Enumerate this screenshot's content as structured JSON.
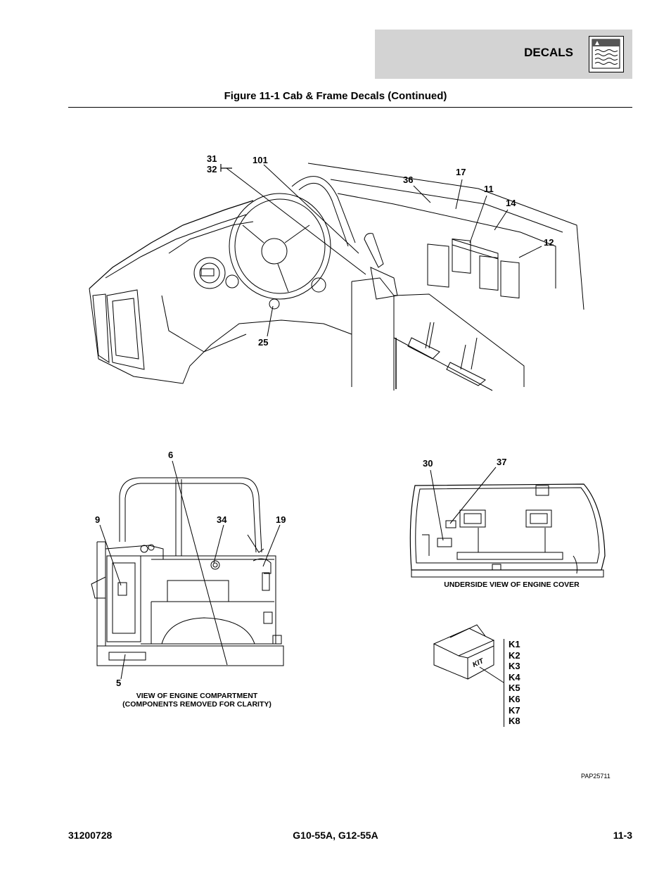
{
  "header": {
    "section_title": "DECALS",
    "section_icon": "decal-sheet-icon",
    "figure_title": "Figure 11-1 Cab & Frame Decals (Continued)"
  },
  "cab_view": {
    "callouts": [
      "31",
      "32",
      "101",
      "36",
      "17",
      "11",
      "14",
      "12",
      "25"
    ]
  },
  "engine_compartment_view": {
    "callouts": [
      "6",
      "9",
      "34",
      "19",
      "5"
    ],
    "caption_line1": "VIEW OF ENGINE COMPARTMENT",
    "caption_line2": "(COMPONENTS REMOVED FOR CLARITY)"
  },
  "engine_cover_view": {
    "callouts": [
      "30",
      "37"
    ],
    "caption": "UNDERSIDE VIEW OF ENGINE COVER"
  },
  "kit": {
    "box_label": "KIT",
    "items": [
      "K1",
      "K2",
      "K3",
      "K4",
      "K5",
      "K6",
      "K7",
      "K8"
    ]
  },
  "drawing_code": "PAP25711",
  "footer": {
    "doc_number": "31200728",
    "models": "G10-55A, G12-55A",
    "page": "11-3"
  }
}
